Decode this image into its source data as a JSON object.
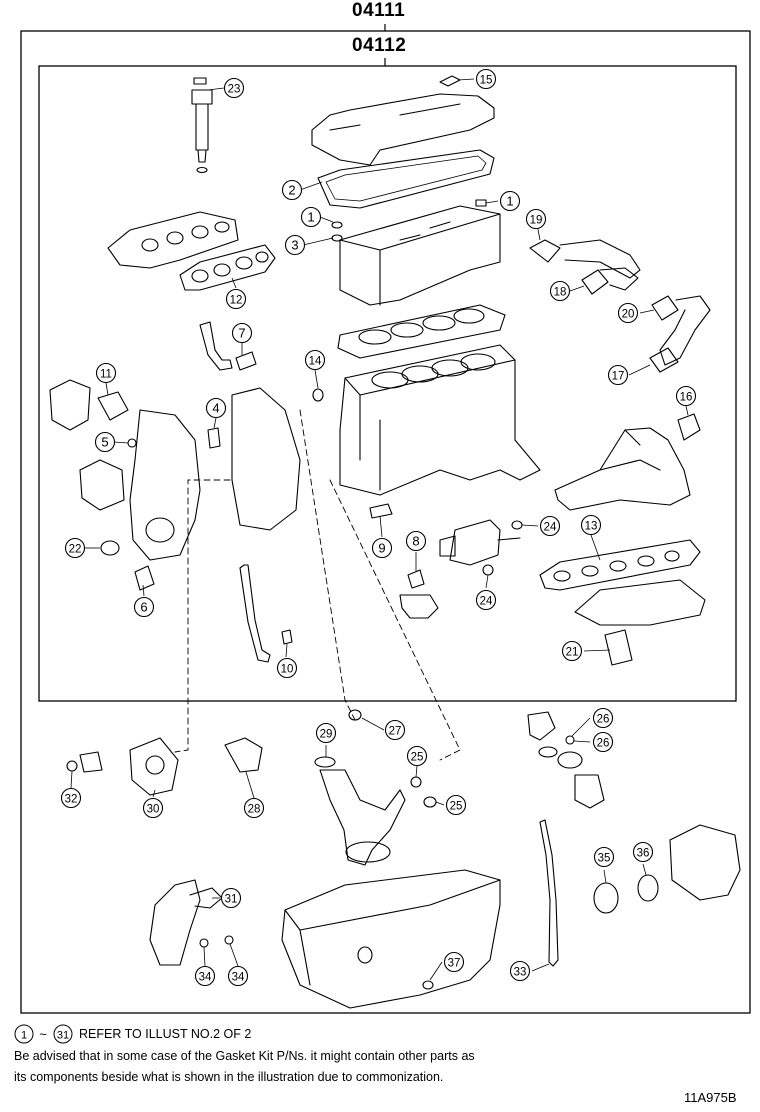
{
  "outer_kit": {
    "label": "04111"
  },
  "inner_kit": {
    "label": "04112"
  },
  "callouts": [
    {
      "n": "1"
    },
    {
      "n": "1"
    },
    {
      "n": "2"
    },
    {
      "n": "3"
    },
    {
      "n": "4"
    },
    {
      "n": "5"
    },
    {
      "n": "6"
    },
    {
      "n": "7"
    },
    {
      "n": "8"
    },
    {
      "n": "9"
    },
    {
      "n": "10"
    },
    {
      "n": "11"
    },
    {
      "n": "12"
    },
    {
      "n": "13"
    },
    {
      "n": "14"
    },
    {
      "n": "15"
    },
    {
      "n": "16"
    },
    {
      "n": "17"
    },
    {
      "n": "18"
    },
    {
      "n": "19"
    },
    {
      "n": "20"
    },
    {
      "n": "21"
    },
    {
      "n": "22"
    },
    {
      "n": "23"
    },
    {
      "n": "24"
    },
    {
      "n": "24"
    },
    {
      "n": "25"
    },
    {
      "n": "25"
    },
    {
      "n": "26"
    },
    {
      "n": "26"
    },
    {
      "n": "27"
    },
    {
      "n": "28"
    },
    {
      "n": "29"
    },
    {
      "n": "30"
    },
    {
      "n": "31"
    },
    {
      "n": "32"
    },
    {
      "n": "33"
    },
    {
      "n": "34"
    },
    {
      "n": "34"
    },
    {
      "n": "35"
    },
    {
      "n": "36"
    },
    {
      "n": "37"
    }
  ],
  "footer": {
    "range_start": "1",
    "range_sep": "~",
    "range_end": "31",
    "refer_text": "REFER TO ILLUST NO.2 OF 2",
    "advisory_line1": "Be advised that in some case of the Gasket Kit P/Ns.  it might contain other parts as",
    "advisory_line2": "its components beside what is shown in the illustration due to commonization."
  },
  "illustration_id": "11A975B"
}
